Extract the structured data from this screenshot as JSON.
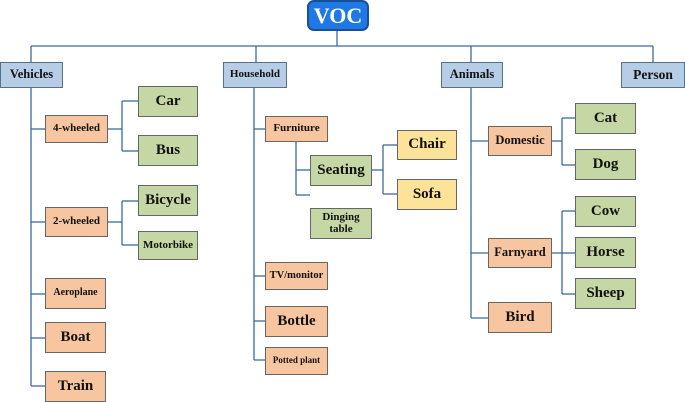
{
  "root": "VOC",
  "categories": {
    "vehicles": "Vehicles",
    "household": "Household",
    "animals": "Animals",
    "person": "Person"
  },
  "vehicles": {
    "four_wheeled": "4-wheeled",
    "car": "Car",
    "bus": "Bus",
    "two_wheeled": "2-wheeled",
    "bicycle": "Bicycle",
    "motorbike": "Motorbike",
    "aeroplane": "Aeroplane",
    "boat": "Boat",
    "train": "Train"
  },
  "household": {
    "furniture": "Furniture",
    "seating": "Seating",
    "chair": "Chair",
    "sofa": "Sofa",
    "dining_table": "Dinging table",
    "tv_monitor": "TV/monitor",
    "bottle": "Bottle",
    "potted_plant": "Potted plant"
  },
  "animals": {
    "domestic": "Domestic",
    "cat": "Cat",
    "dog": "Dog",
    "farnyard": "Farnyard",
    "cow": "Cow",
    "horse": "Horse",
    "sheep": "Sheep",
    "bird": "Bird"
  },
  "colors": {
    "root_fill": "#1e78e6",
    "category_fill": "#b7cde6",
    "subgroup_fill": "#f7c59f",
    "leaf_fill": "#c6d7a6",
    "highlight_fill": "#fde29a",
    "connector": "#3b6a9c"
  }
}
